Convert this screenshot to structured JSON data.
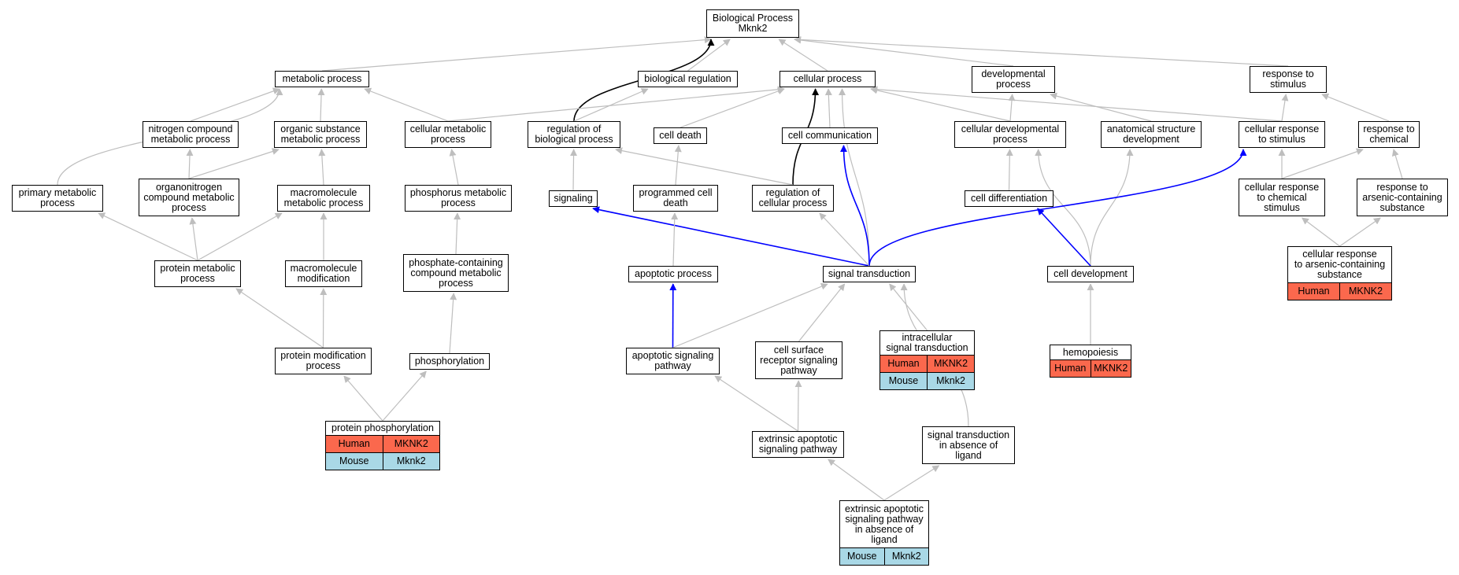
{
  "colors": {
    "edge_default": "#bebebe",
    "edge_highlight": "#0000ff",
    "edge_root": "#000000",
    "human_row": "#fb684d",
    "mouse_row": "#a9d8e6"
  },
  "nodes": [
    {
      "id": "bp",
      "label": "Biological Process\nMknk2"
    },
    {
      "id": "metabolic",
      "label": "metabolic process"
    },
    {
      "id": "bioreg",
      "label": "biological regulation"
    },
    {
      "id": "cellular",
      "label": "cellular process"
    },
    {
      "id": "devproc",
      "label": "developmental\nprocess"
    },
    {
      "id": "respstim",
      "label": "response to\nstimulus"
    },
    {
      "id": "nitrogen",
      "label": "nitrogen compound\nmetabolic process"
    },
    {
      "id": "organicsub",
      "label": "organic substance\nmetabolic process"
    },
    {
      "id": "cellmetab",
      "label": "cellular metabolic\nprocess"
    },
    {
      "id": "regbio",
      "label": "regulation of\nbiological process"
    },
    {
      "id": "celldeath",
      "label": "cell death"
    },
    {
      "id": "cellcomm",
      "label": "cell communication"
    },
    {
      "id": "celldev",
      "label": "cellular developmental\nprocess"
    },
    {
      "id": "anatdev",
      "label": "anatomical structure\ndevelopment"
    },
    {
      "id": "cellresp",
      "label": "cellular response\nto stimulus"
    },
    {
      "id": "respchem",
      "label": "response to\nchemical"
    },
    {
      "id": "primary",
      "label": "primary metabolic\nprocess"
    },
    {
      "id": "orgnitro",
      "label": "organonitrogen\ncompound metabolic\nprocess"
    },
    {
      "id": "macromet",
      "label": "macromolecule\nmetabolic process"
    },
    {
      "id": "phosmet",
      "label": "phosphorus metabolic\nprocess"
    },
    {
      "id": "signaling",
      "label": "signaling"
    },
    {
      "id": "progdeath",
      "label": "programmed cell\ndeath"
    },
    {
      "id": "regcell",
      "label": "regulation of\ncellular process"
    },
    {
      "id": "celldiff",
      "label": "cell differentiation"
    },
    {
      "id": "cellrespchem",
      "label": "cellular response\nto chemical\nstimulus"
    },
    {
      "id": "resparsenic",
      "label": "response to\narsenic-containing\nsubstance"
    },
    {
      "id": "protmet",
      "label": "protein metabolic\nprocess"
    },
    {
      "id": "macromod",
      "label": "macromolecule\nmodification"
    },
    {
      "id": "phoscomp",
      "label": "phosphate-containing\ncompound metabolic\nprocess"
    },
    {
      "id": "apoptotic",
      "label": "apoptotic process"
    },
    {
      "id": "sigtrans",
      "label": "signal transduction"
    },
    {
      "id": "celldevel",
      "label": "cell development"
    },
    {
      "id": "cellresparsenic",
      "label": "cellular response\nto arsenic-containing\nsubstance",
      "orthologs": [
        [
          "Human",
          "MKNK2"
        ]
      ]
    },
    {
      "id": "protmod",
      "label": "protein modification\nprocess"
    },
    {
      "id": "phosphorylation",
      "label": "phosphorylation"
    },
    {
      "id": "apopsig",
      "label": "apoptotic signaling\npathway"
    },
    {
      "id": "cellsurf",
      "label": "cell surface\nreceptor signaling\npathway"
    },
    {
      "id": "intracell",
      "label": "intracellular\nsignal transduction",
      "orthologs": [
        [
          "Human",
          "MKNK2"
        ],
        [
          "Mouse",
          "Mknk2"
        ]
      ]
    },
    {
      "id": "hemopoiesis",
      "label": "hemopoiesis",
      "orthologs": [
        [
          "Human",
          "MKNK2"
        ]
      ]
    },
    {
      "id": "protphos",
      "label": "protein phosphorylation",
      "orthologs": [
        [
          "Human",
          "MKNK2"
        ],
        [
          "Mouse",
          "Mknk2"
        ]
      ]
    },
    {
      "id": "extrinsic",
      "label": "extrinsic apoptotic\nsignaling pathway"
    },
    {
      "id": "sigabsent",
      "label": "signal transduction\nin absence of\nligand"
    },
    {
      "id": "extabsent",
      "label": "extrinsic apoptotic\nsignaling pathway\nin absence of\nligand",
      "orthologs": [
        [
          "Mouse",
          "Mknk2"
        ]
      ]
    }
  ],
  "edges": [
    {
      "from": "metabolic",
      "to": "bp",
      "type": "default"
    },
    {
      "from": "bioreg",
      "to": "bp",
      "type": "default"
    },
    {
      "from": "cellular",
      "to": "bp",
      "type": "default"
    },
    {
      "from": "devproc",
      "to": "bp",
      "type": "default"
    },
    {
      "from": "respstim",
      "to": "bp",
      "type": "default"
    },
    {
      "from": "regbio",
      "to": "bp",
      "type": "root"
    },
    {
      "from": "nitrogen",
      "to": "metabolic",
      "type": "default"
    },
    {
      "from": "organicsub",
      "to": "metabolic",
      "type": "default"
    },
    {
      "from": "cellmetab",
      "to": "metabolic",
      "type": "default"
    },
    {
      "from": "primary",
      "to": "metabolic",
      "type": "default"
    },
    {
      "from": "regbio",
      "to": "bioreg",
      "type": "default"
    },
    {
      "from": "cellmetab",
      "to": "cellular",
      "type": "default"
    },
    {
      "from": "celldeath",
      "to": "cellular",
      "type": "default"
    },
    {
      "from": "cellcomm",
      "to": "cellular",
      "type": "default"
    },
    {
      "from": "celldev",
      "to": "cellular",
      "type": "default"
    },
    {
      "from": "cellresp",
      "to": "cellular",
      "type": "default"
    },
    {
      "from": "sigtrans",
      "to": "cellular",
      "type": "default"
    },
    {
      "from": "regcell",
      "to": "cellular",
      "type": "root"
    },
    {
      "from": "celldev",
      "to": "devproc",
      "type": "default"
    },
    {
      "from": "anatdev",
      "to": "devproc",
      "type": "default"
    },
    {
      "from": "cellresp",
      "to": "respstim",
      "type": "default"
    },
    {
      "from": "respchem",
      "to": "respstim",
      "type": "default"
    },
    {
      "from": "orgnitro",
      "to": "nitrogen",
      "type": "default"
    },
    {
      "from": "orgnitro",
      "to": "organicsub",
      "type": "default"
    },
    {
      "from": "macromet",
      "to": "organicsub",
      "type": "default"
    },
    {
      "from": "phosmet",
      "to": "cellmetab",
      "type": "default"
    },
    {
      "from": "signaling",
      "to": "regbio",
      "type": "default"
    },
    {
      "from": "regcell",
      "to": "regbio",
      "type": "default"
    },
    {
      "from": "progdeath",
      "to": "celldeath",
      "type": "default"
    },
    {
      "from": "sigtrans",
      "to": "cellcomm",
      "type": "highlight"
    },
    {
      "from": "celldiff",
      "to": "celldev",
      "type": "default"
    },
    {
      "from": "celldevel",
      "to": "celldev",
      "type": "default"
    },
    {
      "from": "celldevel",
      "to": "anatdev",
      "type": "default"
    },
    {
      "from": "cellrespchem",
      "to": "cellresp",
      "type": "default"
    },
    {
      "from": "sigtrans",
      "to": "cellresp",
      "type": "highlight"
    },
    {
      "from": "cellrespchem",
      "to": "respchem",
      "type": "default"
    },
    {
      "from": "resparsenic",
      "to": "respchem",
      "type": "default"
    },
    {
      "from": "protmet",
      "to": "primary",
      "type": "default"
    },
    {
      "from": "protmet",
      "to": "orgnitro",
      "type": "default"
    },
    {
      "from": "protmet",
      "to": "macromet",
      "type": "default"
    },
    {
      "from": "macromod",
      "to": "macromet",
      "type": "default"
    },
    {
      "from": "phoscomp",
      "to": "phosmet",
      "type": "default"
    },
    {
      "from": "sigtrans",
      "to": "signaling",
      "type": "highlight"
    },
    {
      "from": "apoptotic",
      "to": "progdeath",
      "type": "default"
    },
    {
      "from": "sigtrans",
      "to": "regcell",
      "type": "default"
    },
    {
      "from": "celldevel",
      "to": "celldiff",
      "type": "highlight"
    },
    {
      "from": "cellresparsenic",
      "to": "cellrespchem",
      "type": "default"
    },
    {
      "from": "cellresparsenic",
      "to": "resparsenic",
      "type": "default"
    },
    {
      "from": "protmod",
      "to": "protmet",
      "type": "default"
    },
    {
      "from": "protmod",
      "to": "macromod",
      "type": "default"
    },
    {
      "from": "phosphorylation",
      "to": "phoscomp",
      "type": "default"
    },
    {
      "from": "apopsig",
      "to": "apoptotic",
      "type": "highlight"
    },
    {
      "from": "apopsig",
      "to": "sigtrans",
      "type": "default"
    },
    {
      "from": "cellsurf",
      "to": "sigtrans",
      "type": "default"
    },
    {
      "from": "intracell",
      "to": "sigtrans",
      "type": "default"
    },
    {
      "from": "sigabsent",
      "to": "sigtrans",
      "type": "default"
    },
    {
      "from": "hemopoiesis",
      "to": "celldevel",
      "type": "default"
    },
    {
      "from": "protphos",
      "to": "protmod",
      "type": "default"
    },
    {
      "from": "protphos",
      "to": "phosphorylation",
      "type": "default"
    },
    {
      "from": "extrinsic",
      "to": "apopsig",
      "type": "default"
    },
    {
      "from": "extrinsic",
      "to": "cellsurf",
      "type": "default"
    },
    {
      "from": "extabsent",
      "to": "extrinsic",
      "type": "default"
    },
    {
      "from": "extabsent",
      "to": "sigabsent",
      "type": "default"
    }
  ]
}
